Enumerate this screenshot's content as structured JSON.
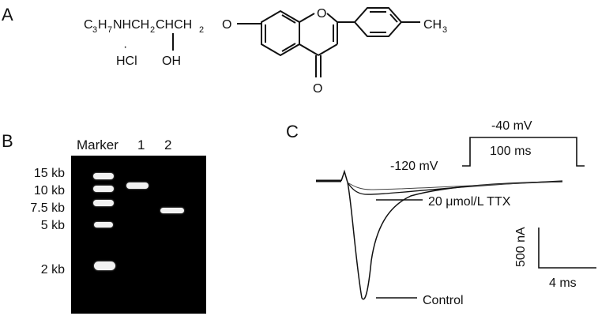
{
  "panels": {
    "a": {
      "label": "A"
    },
    "b": {
      "label": "B"
    },
    "c": {
      "label": "C"
    }
  },
  "structure": {
    "c3h7": "C",
    "c3h7_sub1": "3",
    "h": "H",
    "h_sub": "7",
    "chain": "NHCH",
    "ch2_sub": "2",
    "chch": "CHCH",
    "ch2_sub2": "2",
    "o_link": "O",
    "hcl_dot": "·",
    "hcl": "HCl",
    "oh": "OH",
    "ring_o": "O",
    "carbonyl_o": "O",
    "methyl": "CH",
    "methyl_sub": "3"
  },
  "gel": {
    "lanes": [
      "Marker",
      "1",
      "2"
    ],
    "sizes": [
      "15 kb",
      "10 kb",
      "7.5 kb",
      "5 kb",
      "2 kb"
    ],
    "background": "#000000",
    "band_color": "#f2f2f2"
  },
  "electrophysiology": {
    "holding_potential": "-120 mV",
    "step_potential": "-40 mV",
    "step_duration": "100 ms",
    "treatment_label": "20 μmol/L TTX",
    "control_label": "Control",
    "scale_current": "500 nA",
    "scale_time": "4 ms"
  }
}
